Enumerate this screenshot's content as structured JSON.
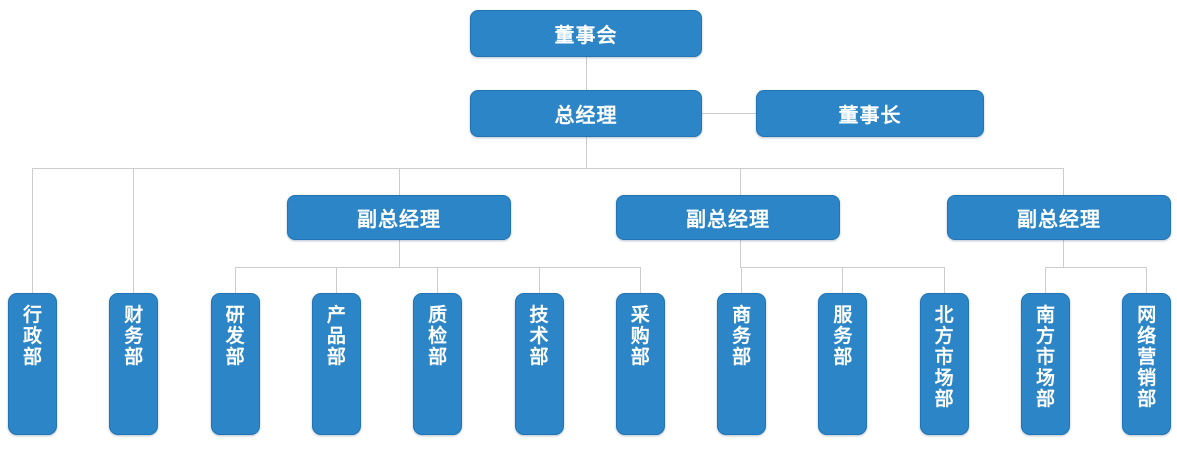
{
  "org_chart": {
    "type": "org-chart",
    "colors": {
      "node_fill": "#2B85C6",
      "node_border": "#2274B4",
      "node_text": "#FFFFFF",
      "connector": "#CCCCCC",
      "background": "#FFFFFF"
    },
    "nodes": {
      "board": {
        "label": "董事会"
      },
      "general_manager": {
        "label": "总经理"
      },
      "chairman": {
        "label": "董事长"
      },
      "deputy_managers": [
        {
          "label": "副总经理"
        },
        {
          "label": "副总经理"
        },
        {
          "label": "副总经理"
        }
      ],
      "departments": [
        {
          "label": "行政部"
        },
        {
          "label": "财务部"
        },
        {
          "label": "研发部"
        },
        {
          "label": "产品部"
        },
        {
          "label": "质检部"
        },
        {
          "label": "技术部"
        },
        {
          "label": "采购部"
        },
        {
          "label": "商务部"
        },
        {
          "label": "服务部"
        },
        {
          "label": "北方市场部"
        },
        {
          "label": "南方市场部"
        },
        {
          "label": "网络营销部"
        }
      ]
    },
    "edges": [
      {
        "from": "董事会",
        "to": "总经理"
      },
      {
        "from": "总经理",
        "to": "董事长"
      },
      {
        "from": "总经理",
        "to": "行政部"
      },
      {
        "from": "总经理",
        "to": "财务部"
      },
      {
        "from": "总经理",
        "to": "副总经理(1)"
      },
      {
        "from": "总经理",
        "to": "副总经理(2)"
      },
      {
        "from": "总经理",
        "to": "副总经理(3)"
      },
      {
        "from": "副总经理(1)",
        "to": "研发部"
      },
      {
        "from": "副总经理(1)",
        "to": "产品部"
      },
      {
        "from": "副总经理(1)",
        "to": "质检部"
      },
      {
        "from": "副总经理(1)",
        "to": "技术部"
      },
      {
        "from": "副总经理(1)",
        "to": "采购部"
      },
      {
        "from": "副总经理(2)",
        "to": "商务部"
      },
      {
        "from": "副总经理(2)",
        "to": "服务部"
      },
      {
        "from": "副总经理(2)",
        "to": "北方市场部"
      },
      {
        "from": "副总经理(3)",
        "to": "南方市场部"
      },
      {
        "from": "副总经理(3)",
        "to": "网络营销部"
      }
    ]
  }
}
